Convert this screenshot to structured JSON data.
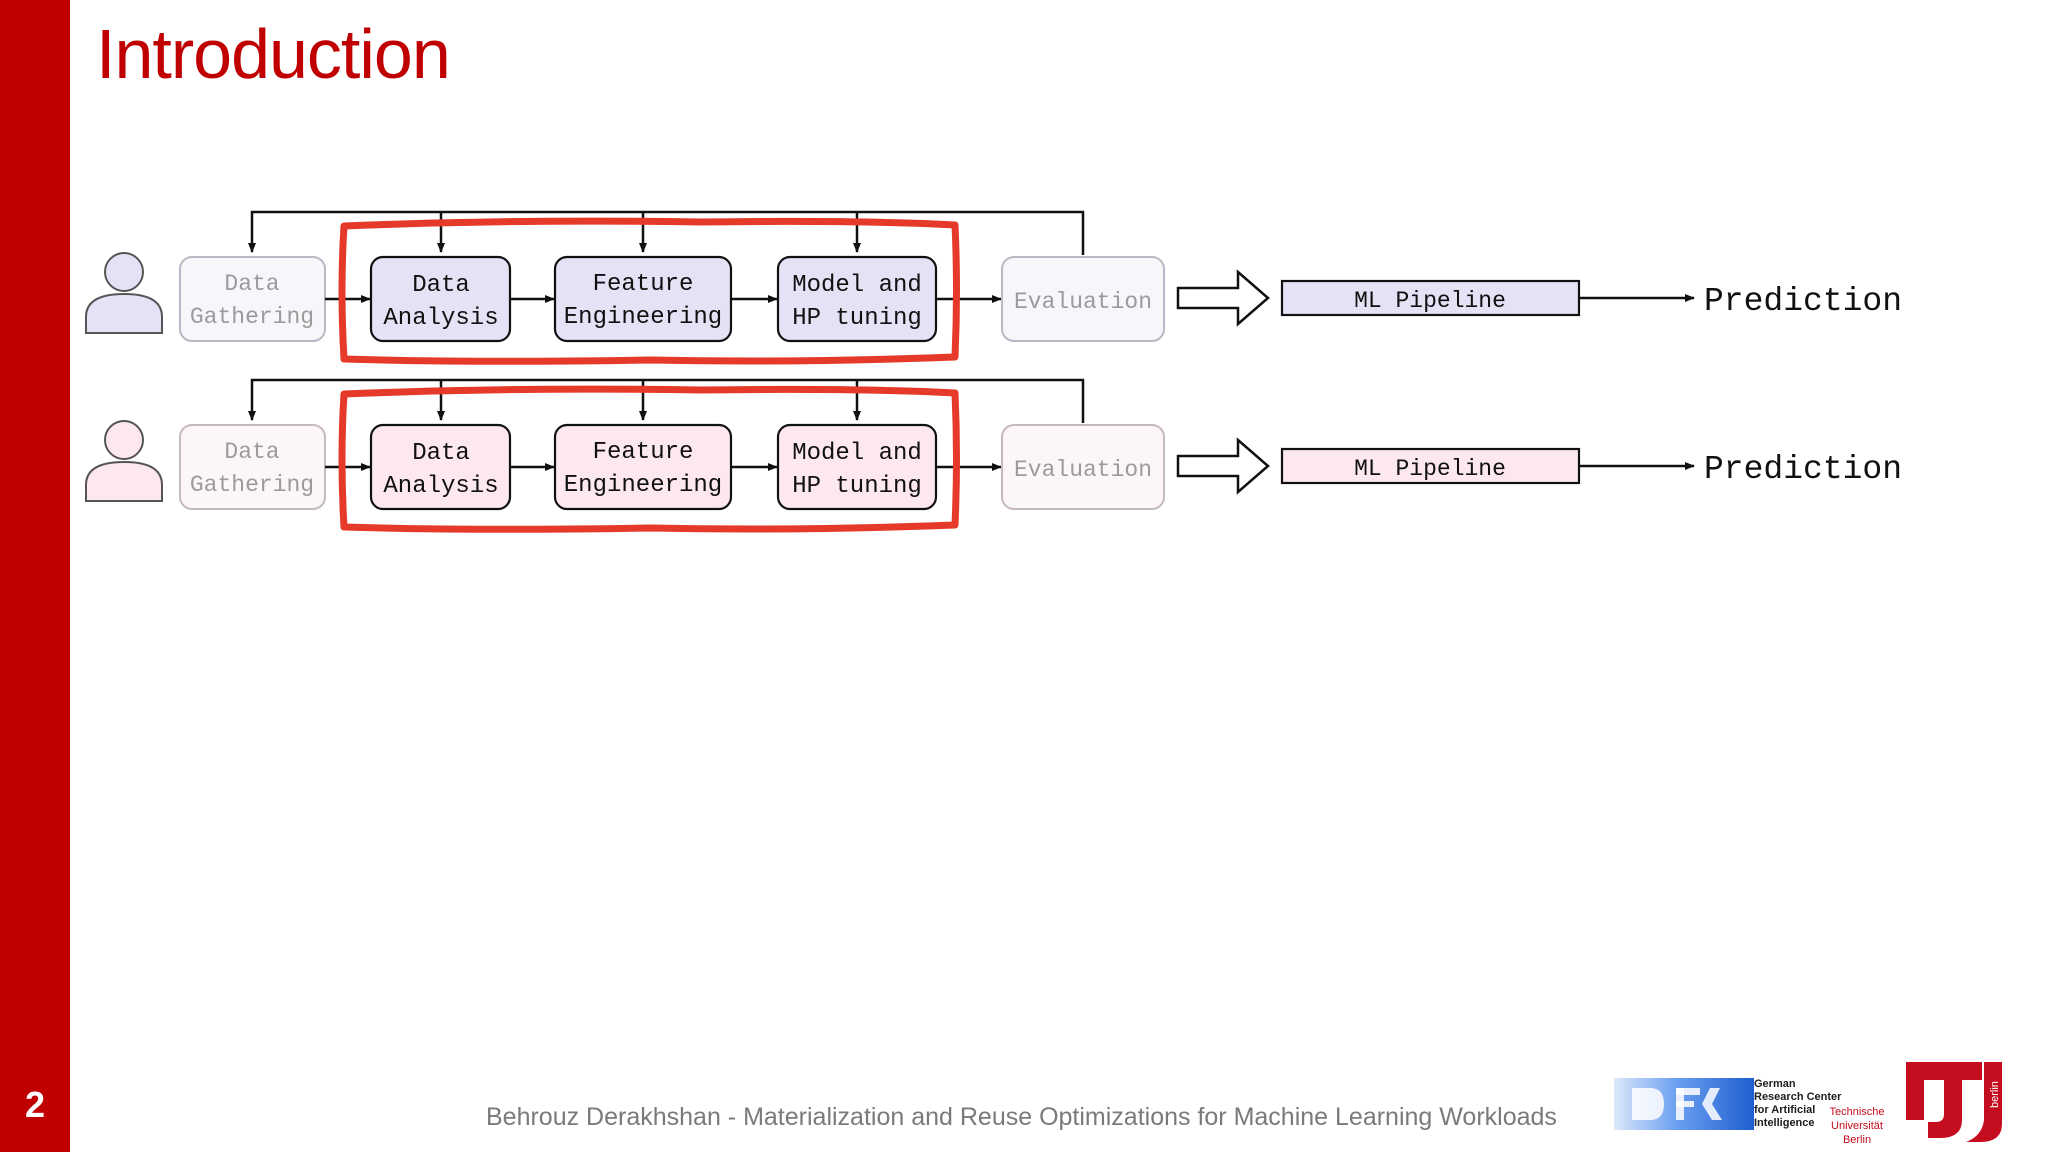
{
  "slide": {
    "title": "Introduction",
    "page_number": "2",
    "footer": "Behrouz Derakhshan - Materialization and Reuse Optimizations for Machine Learning Workloads"
  },
  "colors": {
    "accent": "#c00000",
    "row1_fill": "#e4e2f4",
    "row2_fill": "#fce8ee",
    "highlight": "#e53a2a"
  },
  "diagram": {
    "rows": [
      {
        "user_icon": "user-icon",
        "steps": {
          "data_gathering": [
            "Data",
            "Gathering"
          ],
          "data_analysis": [
            "Data",
            "Analysis"
          ],
          "feature_engineering": [
            "Feature",
            "Engineering"
          ],
          "model_hp": [
            "Model and",
            "HP tuning"
          ],
          "evaluation": "Evaluation"
        },
        "pipeline": "ML Pipeline",
        "output": "Prediction"
      },
      {
        "user_icon": "user-icon",
        "steps": {
          "data_gathering": [
            "Data",
            "Gathering"
          ],
          "data_analysis": [
            "Data",
            "Analysis"
          ],
          "feature_engineering": [
            "Feature",
            "Engineering"
          ],
          "model_hp": [
            "Model and",
            "HP tuning"
          ],
          "evaluation": "Evaluation"
        },
        "pipeline": "ML Pipeline",
        "output": "Prediction"
      }
    ]
  },
  "logos": {
    "dfki_text": [
      "German",
      "Research Center",
      "for Artificial",
      "Intelligence"
    ],
    "tu_text": [
      "Technische",
      "Universität",
      "Berlin"
    ],
    "tu_side": "berlin"
  }
}
